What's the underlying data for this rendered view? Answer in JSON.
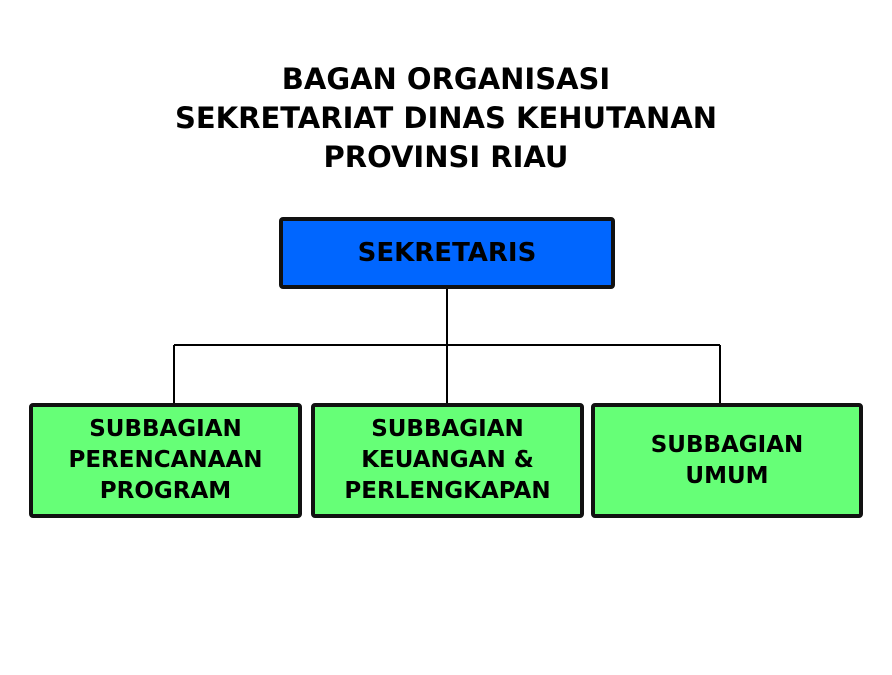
{
  "title": {
    "line1": "BAGAN ORGANISASI",
    "line2": "SEKRETARIAT DINAS KEHUTANAN",
    "line3": "PROVINSI RIAU"
  },
  "colors": {
    "head_fill": "#0066FF",
    "sub_fill": "#66FF77",
    "border": "#111111",
    "line": "#000000"
  },
  "head": {
    "label": "SEKRETARIS"
  },
  "subunits": [
    {
      "lines": [
        "SUBBAGIAN",
        "PERENCANAAN",
        "PROGRAM"
      ]
    },
    {
      "lines": [
        "SUBBAGIAN",
        "KEUANGAN &",
        "PERLENGKAPAN"
      ]
    },
    {
      "lines": [
        "SUBBAGIAN",
        "UMUM"
      ]
    }
  ]
}
